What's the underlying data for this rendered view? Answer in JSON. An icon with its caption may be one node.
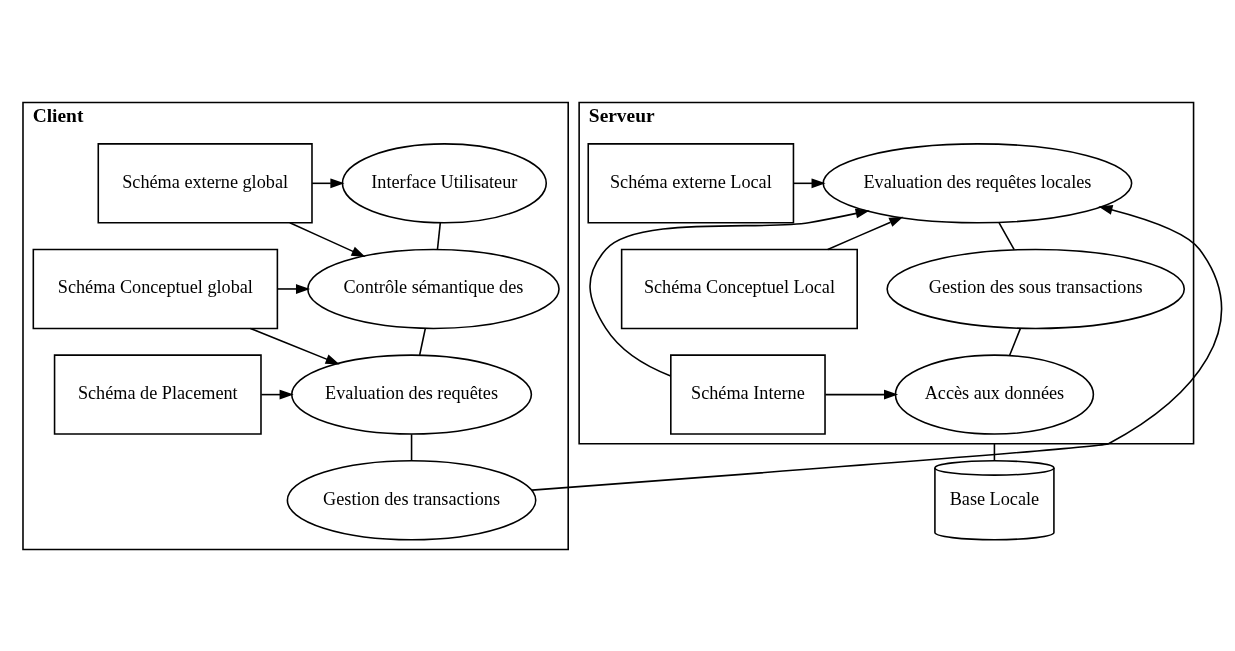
{
  "diagram": {
    "nodes": [
      {
        "text": [
          "Client"
        ]
      },
      {
        "text": [
          "Interface Utilisateur"
        ],
        "in": 0
      },
      {
        "text": [
          "Contrôle sémantique des"
        ],
        "in": 0
      },
      {
        "text": [
          "Evaluation des requêtes"
        ],
        "in": 0
      },
      {
        "text": [
          "Gestion des transactions"
        ],
        "in": 0
      },
      {
        "text": [
          "Schéma externe global"
        ],
        "in": 0
      },
      {
        "text": [
          "Schéma Conceptuel global"
        ],
        "in": 0
      },
      {
        "text": [
          "Schéma de Placement"
        ],
        "in": 0
      },
      {
        "text": [
          "Serveur"
        ]
      },
      {
        "text": [
          "Evaluation des requêtes locales"
        ],
        "in": 8
      },
      {
        "text": [
          "Gestion des sous transactions"
        ],
        "in": 8
      },
      {
        "text": [
          "Accès aux données"
        ],
        "in": 8
      },
      {
        "text": [
          "Schéma externe Local"
        ],
        "in": 8
      },
      {
        "text": [
          "Schéma Conceptuel Local"
        ],
        "in": 8
      },
      {
        "text": [
          "Schéma Interne"
        ],
        "in": 8
      },
      {
        "text": [
          "Base Locale"
        ]
      }
    ],
    "edges": [
      {
        "from": 1,
        "to": 2,
        "arrow": "none"
      },
      {
        "from": 2,
        "to": 3,
        "arrow": "none"
      },
      {
        "from": 3,
        "to": 4,
        "arrow": "none"
      },
      {
        "from": 5,
        "to": 1,
        "arrow": "to"
      },
      {
        "from": 5,
        "to": 2,
        "arrow": "to"
      },
      {
        "from": 6,
        "to": 2,
        "arrow": "to"
      },
      {
        "from": 6,
        "to": 3,
        "arrow": "to"
      },
      {
        "from": 7,
        "to": 3,
        "arrow": "to"
      },
      {
        "from": 4,
        "to": 9,
        "arrow": "to"
      },
      {
        "from": 9,
        "to": 10,
        "arrow": "none"
      },
      {
        "from": 10,
        "to": 11,
        "arrow": "none"
      },
      {
        "from": 12,
        "to": 9,
        "arrow": "to"
      },
      {
        "from": 13,
        "to": 9,
        "arrow": "to"
      },
      {
        "from": 14,
        "to": 9,
        "arrow": "to"
      },
      {
        "from": 14,
        "to": 11,
        "arrow": "to"
      },
      {
        "from": 8,
        "to": 15,
        "arrow": "none"
      }
    ]
  }
}
